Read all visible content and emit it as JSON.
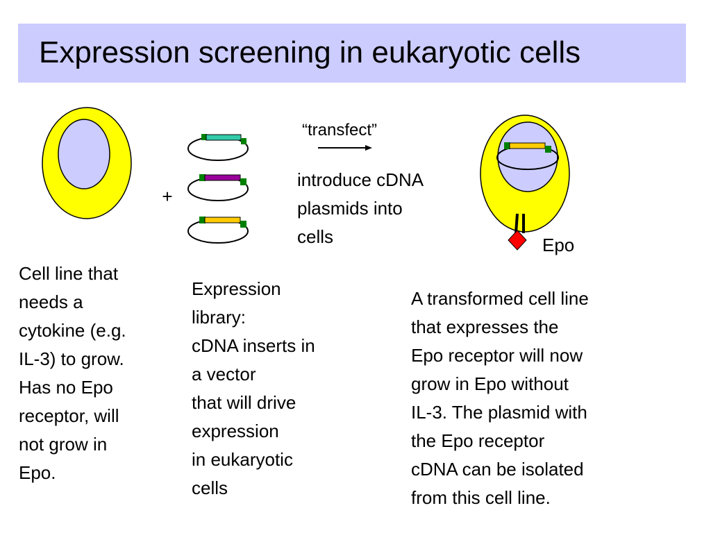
{
  "slide": {
    "title": "Expression screening in eukaryotic cells"
  },
  "diagram": {
    "plus_sign": "+",
    "transfect_label": "“transfect”",
    "transfect_description": "introduce cDNA\nplasmids into\ncells",
    "epo_label": "Epo",
    "colors": {
      "title_background": "#ccccff",
      "cell_cytoplasm": "#ffff00",
      "cell_nucleus": "#ccccff",
      "insert_teal": "#33ccaa",
      "insert_purple": "#990099",
      "insert_yellow": "#ffcc00",
      "vector_marker": "#008000",
      "epo_ligand": "#ff0000"
    },
    "icons": [
      "cell-icon",
      "plasmid-icon",
      "arrow-icon",
      "receptor-icon",
      "epo-diamond-icon"
    ]
  },
  "captions": {
    "cell_line": "Cell line that\nneeds a\ncytokine (e.g.\nIL-3) to grow.\nHas no Epo\nreceptor, will\nnot grow in\nEpo.",
    "expression_library": "Expression\nlibrary:\ncDNA inserts in\na vector\nthat will drive\nexpression\nin eukaryotic\ncells",
    "transformed_cell": "A transformed cell line\nthat expresses the\nEpo receptor will now\ngrow in Epo without\nIL-3. The plasmid with\nthe Epo receptor\ncDNA can be isolated\nfrom this cell line."
  }
}
